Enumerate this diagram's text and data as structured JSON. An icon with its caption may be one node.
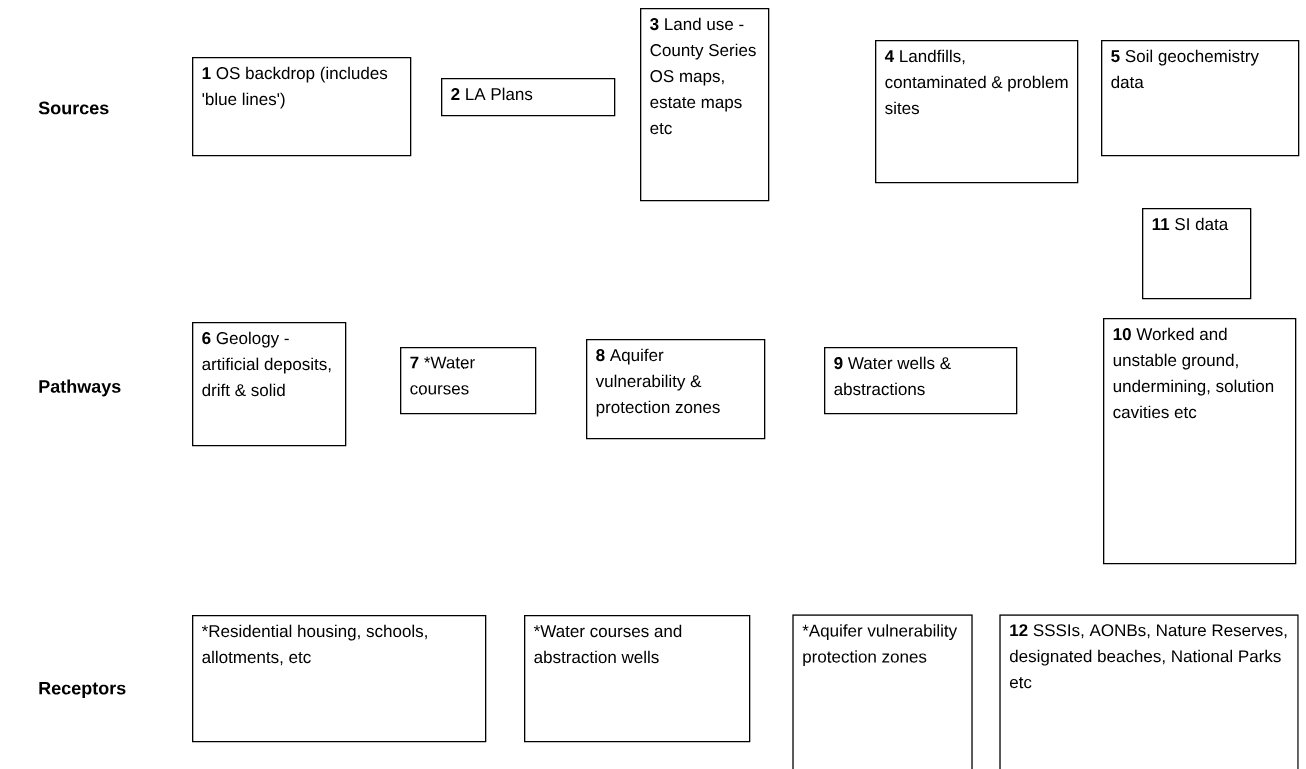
{
  "diagram": {
    "nodes": [
      {
        "text": [
          "**1** OS backdrop (includes 'blue lines')"
        ]
      },
      {
        "text": [
          "**2** LA Plans"
        ]
      },
      {
        "text": [
          "**3** Land use - County Series OS maps, estate maps etc"
        ]
      },
      {
        "text": [
          "**4** Landfills, contaminated & problem sites"
        ]
      },
      {
        "text": [
          "**5** Soil geochemistry data"
        ]
      },
      {
        "text": [
          "**11** SI data"
        ]
      },
      {
        "text": [
          "**6** Geology - artificial deposits, drift & solid"
        ]
      },
      {
        "text": [
          "**7** *Water courses"
        ]
      },
      {
        "text": [
          "**8** Aquifer vulnerability & protection zones"
        ]
      },
      {
        "text": [
          "**9** Water wells & abstractions"
        ]
      },
      {
        "text": [
          "**10** Worked and unstable ground, undermining, solution cavities etc"
        ]
      },
      {
        "text": [
          "*Residential housing, schools, allotments, etc"
        ]
      },
      {
        "text": [
          "*Water courses and abstraction wells"
        ]
      },
      {
        "text": [
          "*Aquifer vulnerability protection zones"
        ]
      },
      {
        "text": [
          "**12** SSSIs, AONBs, Nature Reserves, designated beaches, National Parks etc"
        ]
      }
    ],
    "labels": [
      "Sources",
      "Pathways",
      "Receptors"
    ]
  }
}
